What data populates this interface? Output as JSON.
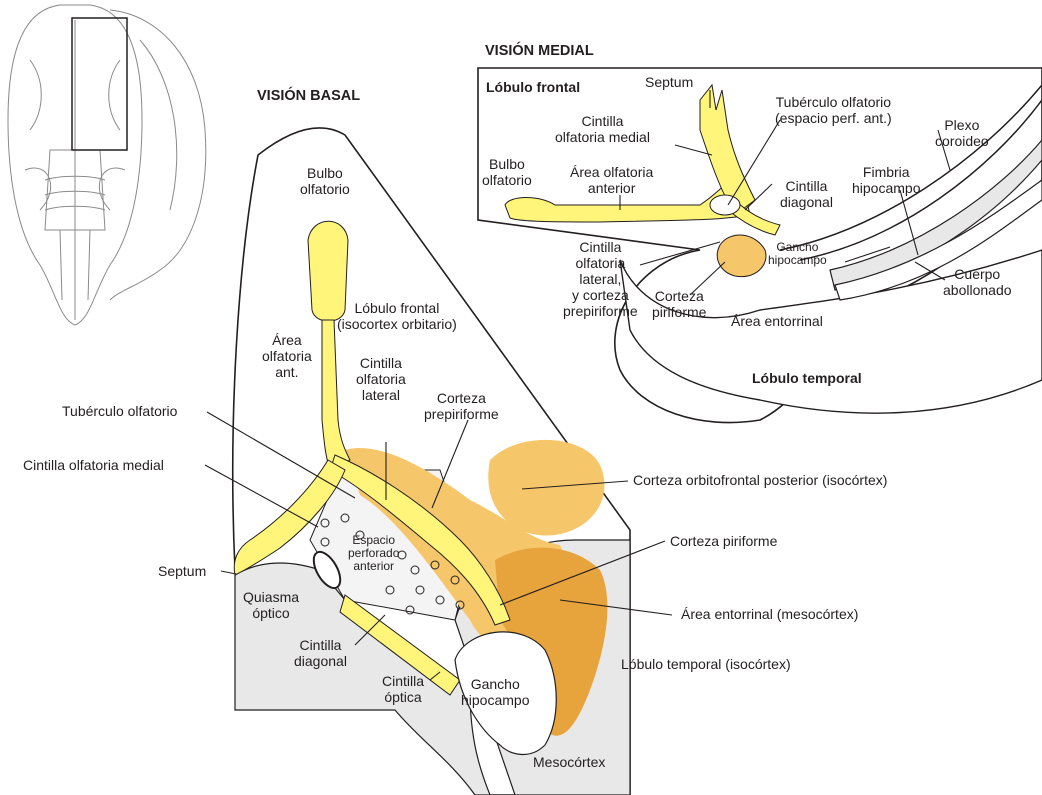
{
  "headings": {
    "basal": "VISIÓN BASAL",
    "medial": "VISIÓN MEDIAL"
  },
  "colors": {
    "yellow": "#fff57a",
    "orange_light": "#f6c76a",
    "orange": "#e8a43c",
    "gray": "#e8e8e8",
    "ink": "#231f20"
  },
  "basal": {
    "bulbo": "Bulbo\nolfatorio",
    "area_olf_ant": "Área\nolfatoria\nant.",
    "lobulo_frontal": "Lóbulo frontal\n(isocortex orbitario)",
    "cintilla_lateral": "Cintilla\nolfatoria\nlateral",
    "corteza_prepiriforme": "Corteza\nprepiriforme",
    "tuberculo": "Tubérculo olfatorio",
    "cintilla_medial": "Cintilla olfatoria medial",
    "corteza_orbitofrontal": "Corteza orbitofrontal posterior (isocórtex)",
    "corteza_piriforme": "Corteza piriforme",
    "espacio_perforado": "Espacio\nperforado\nanterior",
    "septum": "Septum",
    "quiasma": "Quiasma\nóptico",
    "area_entorrinal": "Área entorrinal (mesocórtex)",
    "cintilla_diagonal": "Cintilla\ndiagonal",
    "lobulo_temporal": "Lóbulo temporal (isocórtex)",
    "cintilla_optica": "Cintilla\nóptica",
    "gancho": "Gancho\nhipocampo",
    "mesocortex": "Mesocórtex"
  },
  "medial": {
    "lobulo_frontal": "Lóbulo frontal",
    "septum": "Septum",
    "tuberculo": "Tubérculo olfatorio\n(espacio perf. ant.)",
    "cintilla_medial": "Cintilla\nolfatoria medial",
    "plexo": "Plexo\ncoroideo",
    "bulbo": "Bulbo\nolfatorio",
    "area_olf_anterior": "Área olfatoria\nanterior",
    "cintilla_diagonal": "Cintilla\ndiagonal",
    "fimbria": "Fimbria\nhipocampo",
    "gancho": "Gancho\nhipocampo",
    "cintilla_lateral": "Cintilla\nolfatoria\nlateral,\ny corteza\nprepiriforme",
    "cuerpo": "Cuerpo\nabollonado",
    "corteza_piriforme": "Corteza\npiriforme",
    "area_entorrinal": "Área entorrinal",
    "lobulo_temporal": "Lóbulo temporal"
  }
}
